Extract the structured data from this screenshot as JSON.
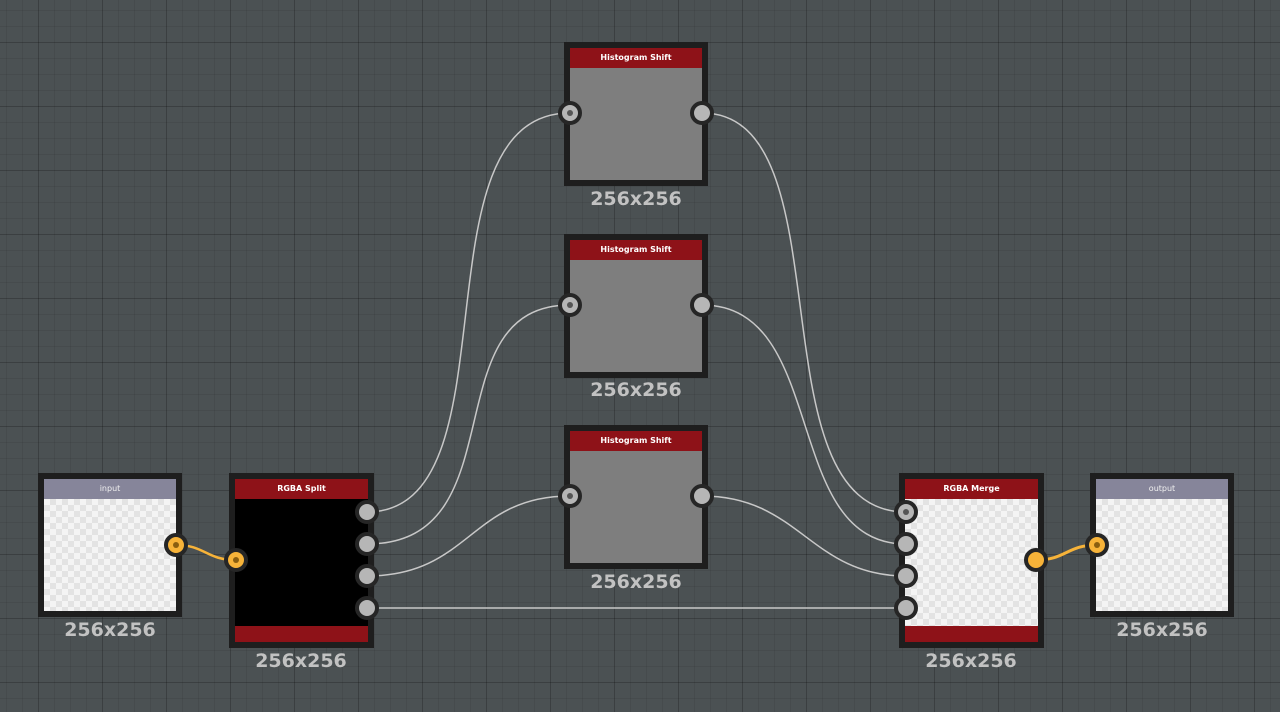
{
  "nodes": {
    "input": {
      "title": "input",
      "size": "256x256"
    },
    "rgba_split": {
      "title": "RGBA Split",
      "size": "256x256"
    },
    "histogram_shift_1": {
      "title": "Histogram Shift",
      "size": "256x256"
    },
    "histogram_shift_2": {
      "title": "Histogram Shift",
      "size": "256x256"
    },
    "histogram_shift_3": {
      "title": "Histogram Shift",
      "size": "256x256"
    },
    "rgba_merge": {
      "title": "RGBA Merge",
      "size": "256x256"
    },
    "output": {
      "title": "output",
      "size": "256x256"
    }
  },
  "colors": {
    "canvas": "#4b5153",
    "header_red": "#8e1218",
    "header_slate": "#86859a",
    "wire_gray": "#c8c8c8",
    "wire_orange": "#f7b339"
  },
  "connections": [
    {
      "from": "input.out",
      "to": "rgba_split.in",
      "color": "orange"
    },
    {
      "from": "rgba_split.out_r",
      "to": "histogram_shift_1.in",
      "color": "gray"
    },
    {
      "from": "rgba_split.out_g",
      "to": "histogram_shift_2.in",
      "color": "gray"
    },
    {
      "from": "rgba_split.out_b",
      "to": "histogram_shift_3.in",
      "color": "gray"
    },
    {
      "from": "rgba_split.out_a",
      "to": "rgba_merge.in_a",
      "color": "gray"
    },
    {
      "from": "histogram_shift_1.out",
      "to": "rgba_merge.in_r",
      "color": "gray"
    },
    {
      "from": "histogram_shift_2.out",
      "to": "rgba_merge.in_g",
      "color": "gray"
    },
    {
      "from": "histogram_shift_3.out",
      "to": "rgba_merge.in_b",
      "color": "gray"
    },
    {
      "from": "rgba_merge.out",
      "to": "output.in",
      "color": "orange"
    }
  ]
}
